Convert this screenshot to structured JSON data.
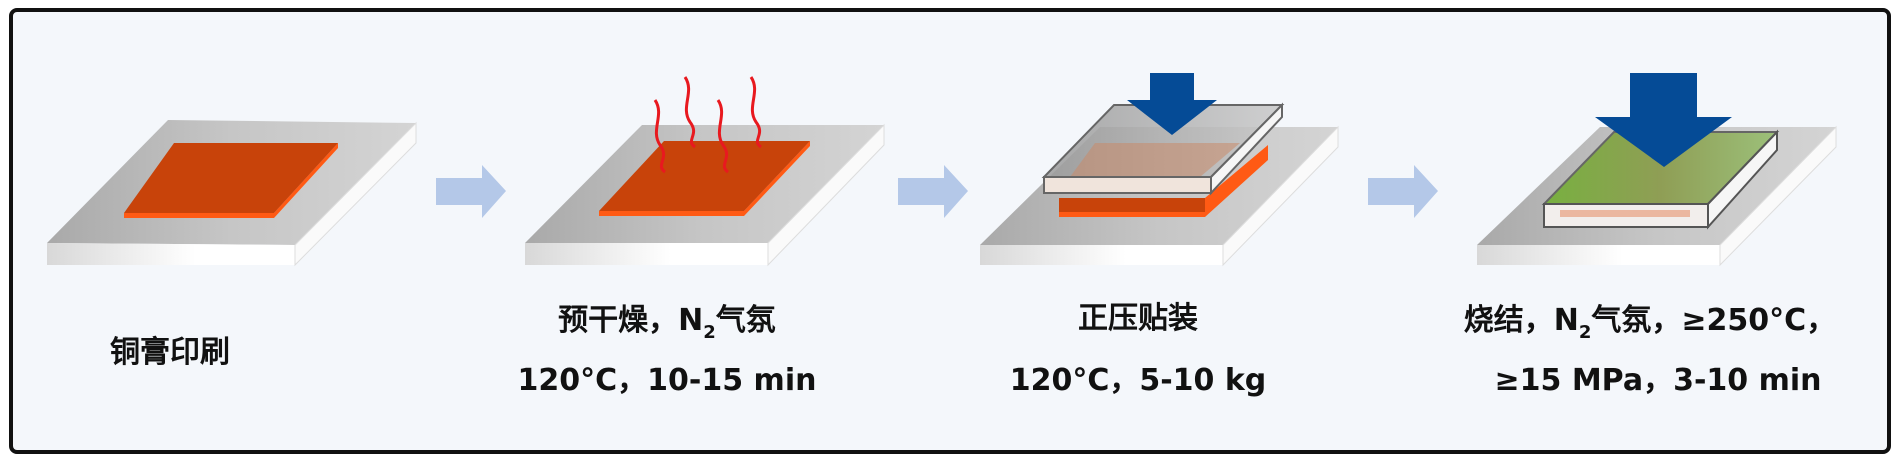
{
  "colors": {
    "frame_bg": "#f4f7fb",
    "frame_border": "#111111",
    "copper": "#c8430a",
    "copper_edge": "#ff5a14",
    "flow_arrow": "#b4c8e8",
    "press_arrow": "#054b96",
    "heat_wave": "#e8191f",
    "sintered": "#7eae4c"
  },
  "steps": [
    {
      "title": "铜膏印刷"
    },
    {
      "title_pre": "预干燥，N",
      "title_sub": "2",
      "title_post": "气氛",
      "params": "120°C，10-15 min"
    },
    {
      "title": "正压贴装",
      "params": "120°C，5-10 kg"
    },
    {
      "title_pre": "烧结，N",
      "title_sub": "2",
      "title_post": "气氛，≥250°C，",
      "params": "≥15 MPa，3-10 min"
    }
  ]
}
